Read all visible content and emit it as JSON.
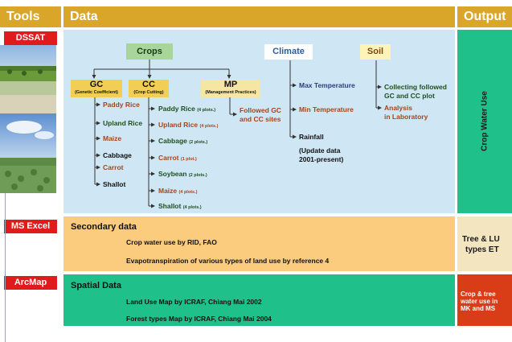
{
  "headers": {
    "tools": "Tools",
    "data": "Data",
    "output": "Output"
  },
  "tools": [
    "DSSAT",
    "MS Excel",
    "ArcMap"
  ],
  "primary": {
    "crops": "Crops",
    "climate": "Climate",
    "soil": "Soil",
    "gc": {
      "title": "GC",
      "sub": "(Genetic Coefficient)"
    },
    "cc": {
      "title": "CC",
      "sub": "(Crop Cutting)"
    },
    "mp": {
      "title": "MP",
      "sub": "(Management Practices)"
    },
    "gc_items": [
      "Paddy Rice",
      "Upland Rice",
      "Maize",
      "Cabbage",
      "Carrot",
      "Shallot"
    ],
    "cc_items": [
      {
        "name": "Paddy Rice",
        "plots": "(4 plots.)"
      },
      {
        "name": "Upland Rice",
        "plots": "(4 plots.)"
      },
      {
        "name": "Cabbage",
        "plots": "(2 plots.)"
      },
      {
        "name": "Carrot",
        "plots": "(1 plot.)"
      },
      {
        "name": "Soybean",
        "plots": "(2 plots.)"
      },
      {
        "name": "Maize",
        "plots": "(4 plots.)"
      },
      {
        "name": "Shallot",
        "plots": "(4 plots.)"
      }
    ],
    "mp_note": [
      "Followed GC",
      "and CC sites"
    ],
    "climate_items": [
      "Max Temperature",
      "Min Temperature",
      "Rainfall"
    ],
    "climate_note": [
      "(Update data",
      "2001-present)"
    ],
    "soil_items": [
      [
        "Collecting followed",
        "GC and CC plot"
      ],
      [
        "Analysis",
        "in Laboratory"
      ]
    ]
  },
  "secondary": {
    "title": "Secondary data",
    "lines": [
      "Crop water use by RID, FAO",
      "Evapotranspiration of various types of land use by reference 4"
    ]
  },
  "spatial": {
    "title": "Spatial Data",
    "lines": [
      "Land Use Map by ICRAF, Chiang Mai 2002",
      "Forest types Map by ICRAF, Chiang Mai 2004"
    ]
  },
  "outputs": {
    "crop_water_use": "Crop Water Use",
    "tree_lu": [
      "Tree & LU",
      "types ET"
    ],
    "crop_tree": [
      "Crop & tree",
      "water use in",
      "MK and MS"
    ]
  }
}
